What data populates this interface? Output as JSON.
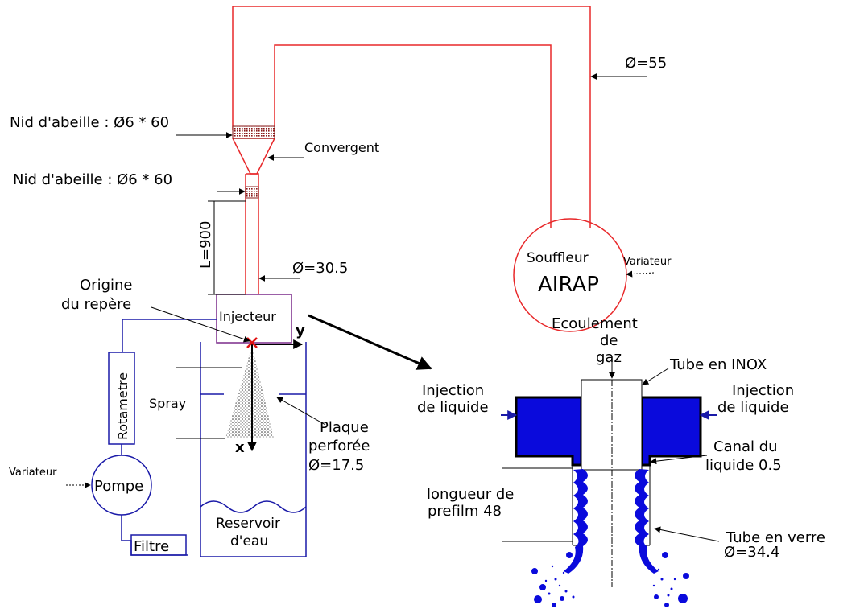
{
  "colors": {
    "air_circuit": "#e8282a",
    "water_circuit": "#1a1aa8",
    "injector_box": "#7a2a8a",
    "liquid_fill": "#0a0adc",
    "origin_mark": "#e01010",
    "lines": "#000000"
  },
  "labels": {
    "nid1": "Nid d'abeille : Ø6 * 60",
    "nid2": "Nid d'abeille : Ø6 * 60",
    "convergent": "Convergent",
    "diam55": "Ø=55",
    "length": "L=900",
    "diam305": "Ø=30.5",
    "souffleur1": "Souffleur",
    "souffleur2": "AIRAP",
    "variateur_souffleur": "Variateur",
    "origine1": "Origine",
    "origine2": "du repère",
    "injecteur": "Injecteur",
    "axis_y": "y",
    "axis_x": "x",
    "rotametre": "Rotametre",
    "spray": "Spray",
    "plaque1": "Plaque",
    "plaque2": "perforée",
    "plaque3": "Ø=17.5",
    "variateur_pompe": "Variateur",
    "pompe": "Pompe",
    "reservoir1": "Reservoir",
    "reservoir2": "d'eau",
    "filtre": "Filtre"
  },
  "detail": {
    "ecoulement1": "Ecoulement",
    "ecoulement2": "de",
    "ecoulement3": "gaz",
    "tube_inox": "Tube en INOX",
    "inj_left1": "Injection",
    "inj_left2": "de liquide",
    "inj_right1": "Injection",
    "inj_right2": "de liquide",
    "canal1": "Canal du",
    "canal2": "liquide 0.5",
    "longueur1": "longueur de",
    "longueur2": "prefilm 48",
    "verre1": "Tube en verre",
    "verre2": "Ø=34.4"
  }
}
